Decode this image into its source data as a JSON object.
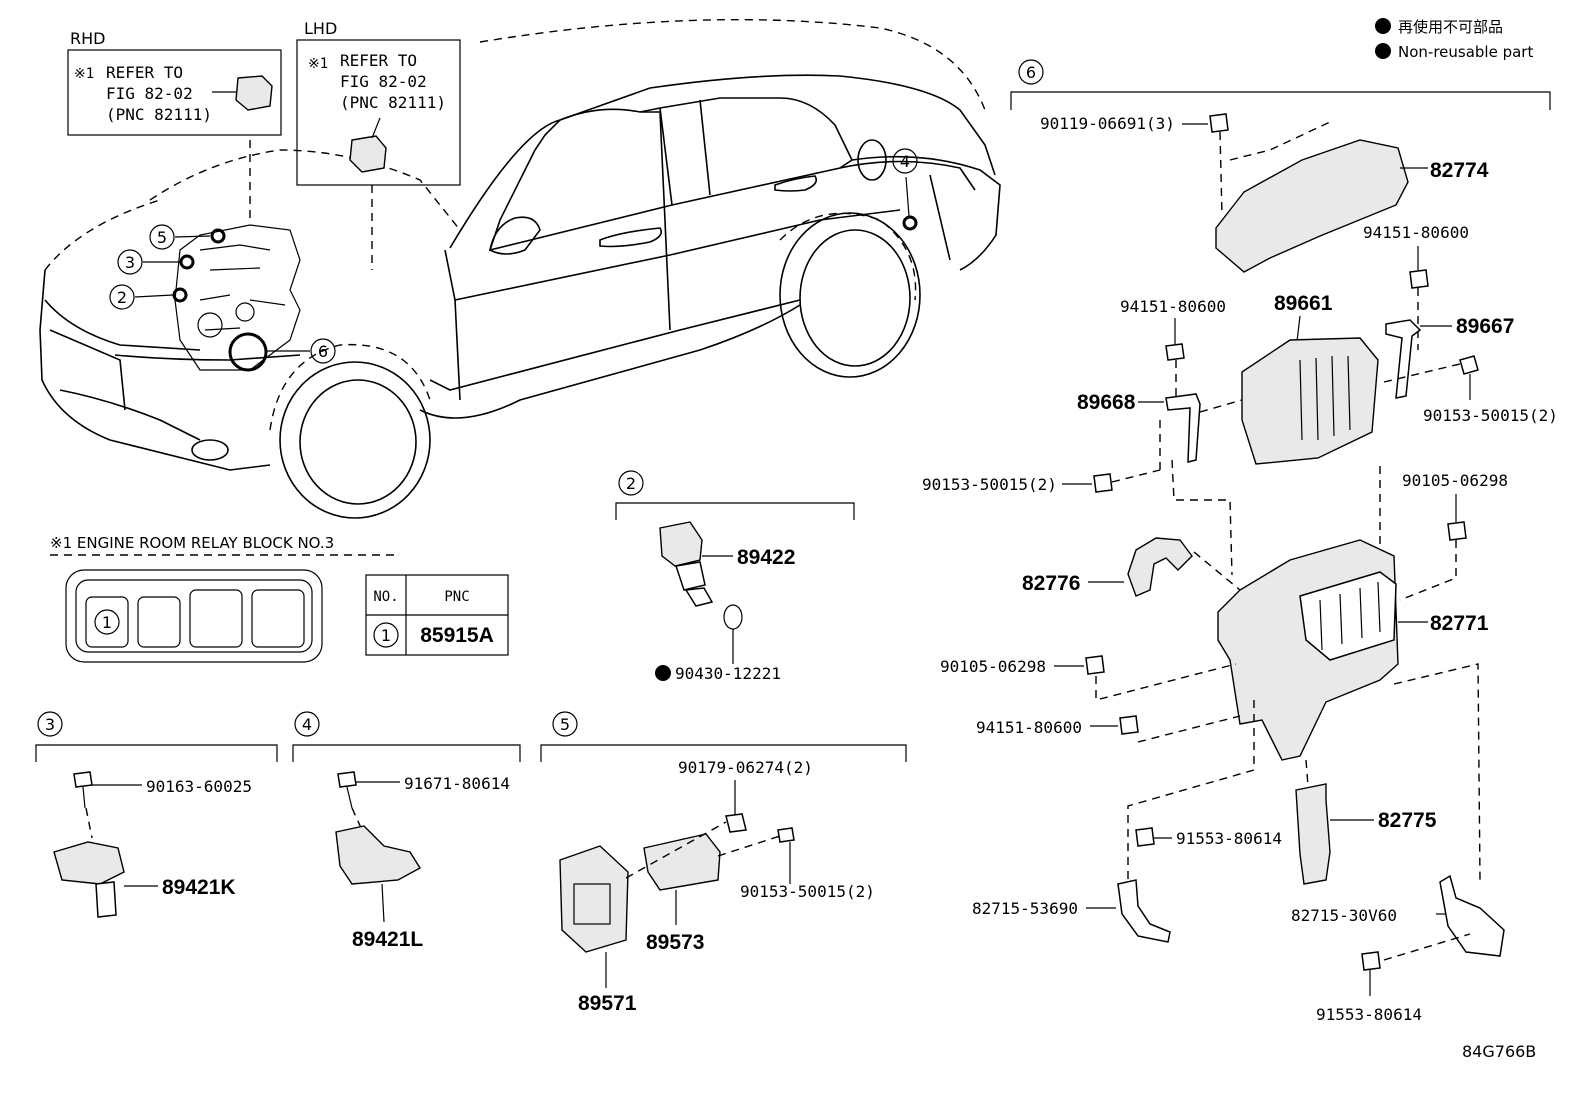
{
  "legend": {
    "jp": "再使用不可部品",
    "en": "Non-reusable part"
  },
  "figure_code": "84G766B",
  "refs": {
    "rhd": {
      "label": "RHD",
      "mark": "※1",
      "line1": "REFER TO",
      "line2": "FIG 82-02",
      "line3": "(PNC 82111)"
    },
    "lhd": {
      "label": "LHD",
      "mark": "※1",
      "line1": "REFER TO",
      "line2": "FIG 82-02",
      "line3": "(PNC 82111)"
    }
  },
  "relay_block": {
    "title": "※1 ENGINE ROOM RELAY BLOCK  NO.3",
    "slot_marker": "1",
    "table_header_no": "NO.",
    "table_header_pnc": "PNC",
    "table_row_no": "1",
    "table_row_pnc": "85915A"
  },
  "callouts": [
    "2",
    "3",
    "4",
    "5",
    "6"
  ],
  "groups": {
    "g2": {
      "number": "2",
      "parts": [
        "89422",
        "90430-12221"
      ]
    },
    "g3": {
      "number": "3",
      "parts": [
        "90163-60025",
        "89421K"
      ]
    },
    "g4": {
      "number": "4",
      "parts": [
        "91671-80614",
        "89421L"
      ]
    },
    "g5": {
      "number": "5",
      "parts": [
        "90179-06274(2)",
        "90153-50015(2)",
        "89573",
        "89571"
      ]
    },
    "g6": {
      "number": "6",
      "parts": {
        "p90119": "90119-06691(3)",
        "p82774": "82774",
        "p94151a": "94151-80600",
        "p94151b": "94151-80600",
        "p89661": "89661",
        "p89667": "89667",
        "p89668": "89668",
        "p90153a": "90153-50015(2)",
        "p90153b": "90153-50015(2)",
        "p90105a": "90105-06298",
        "p90105b": "90105-06298",
        "p82776": "82776",
        "p82771": "82771",
        "p94151c": "94151-80600",
        "p91553a": "91553-80614",
        "p82775": "82775",
        "p82715a": "82715-53690",
        "p82715b": "82715-30V60",
        "p91553b": "91553-80614"
      }
    }
  }
}
